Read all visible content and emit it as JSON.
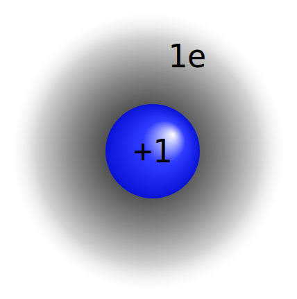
{
  "diagram": {
    "nodes": [
      {
        "text": [
          "1e"
        ]
      },
      {
        "text": [
          "+1"
        ],
        "in": 0
      }
    ]
  }
}
